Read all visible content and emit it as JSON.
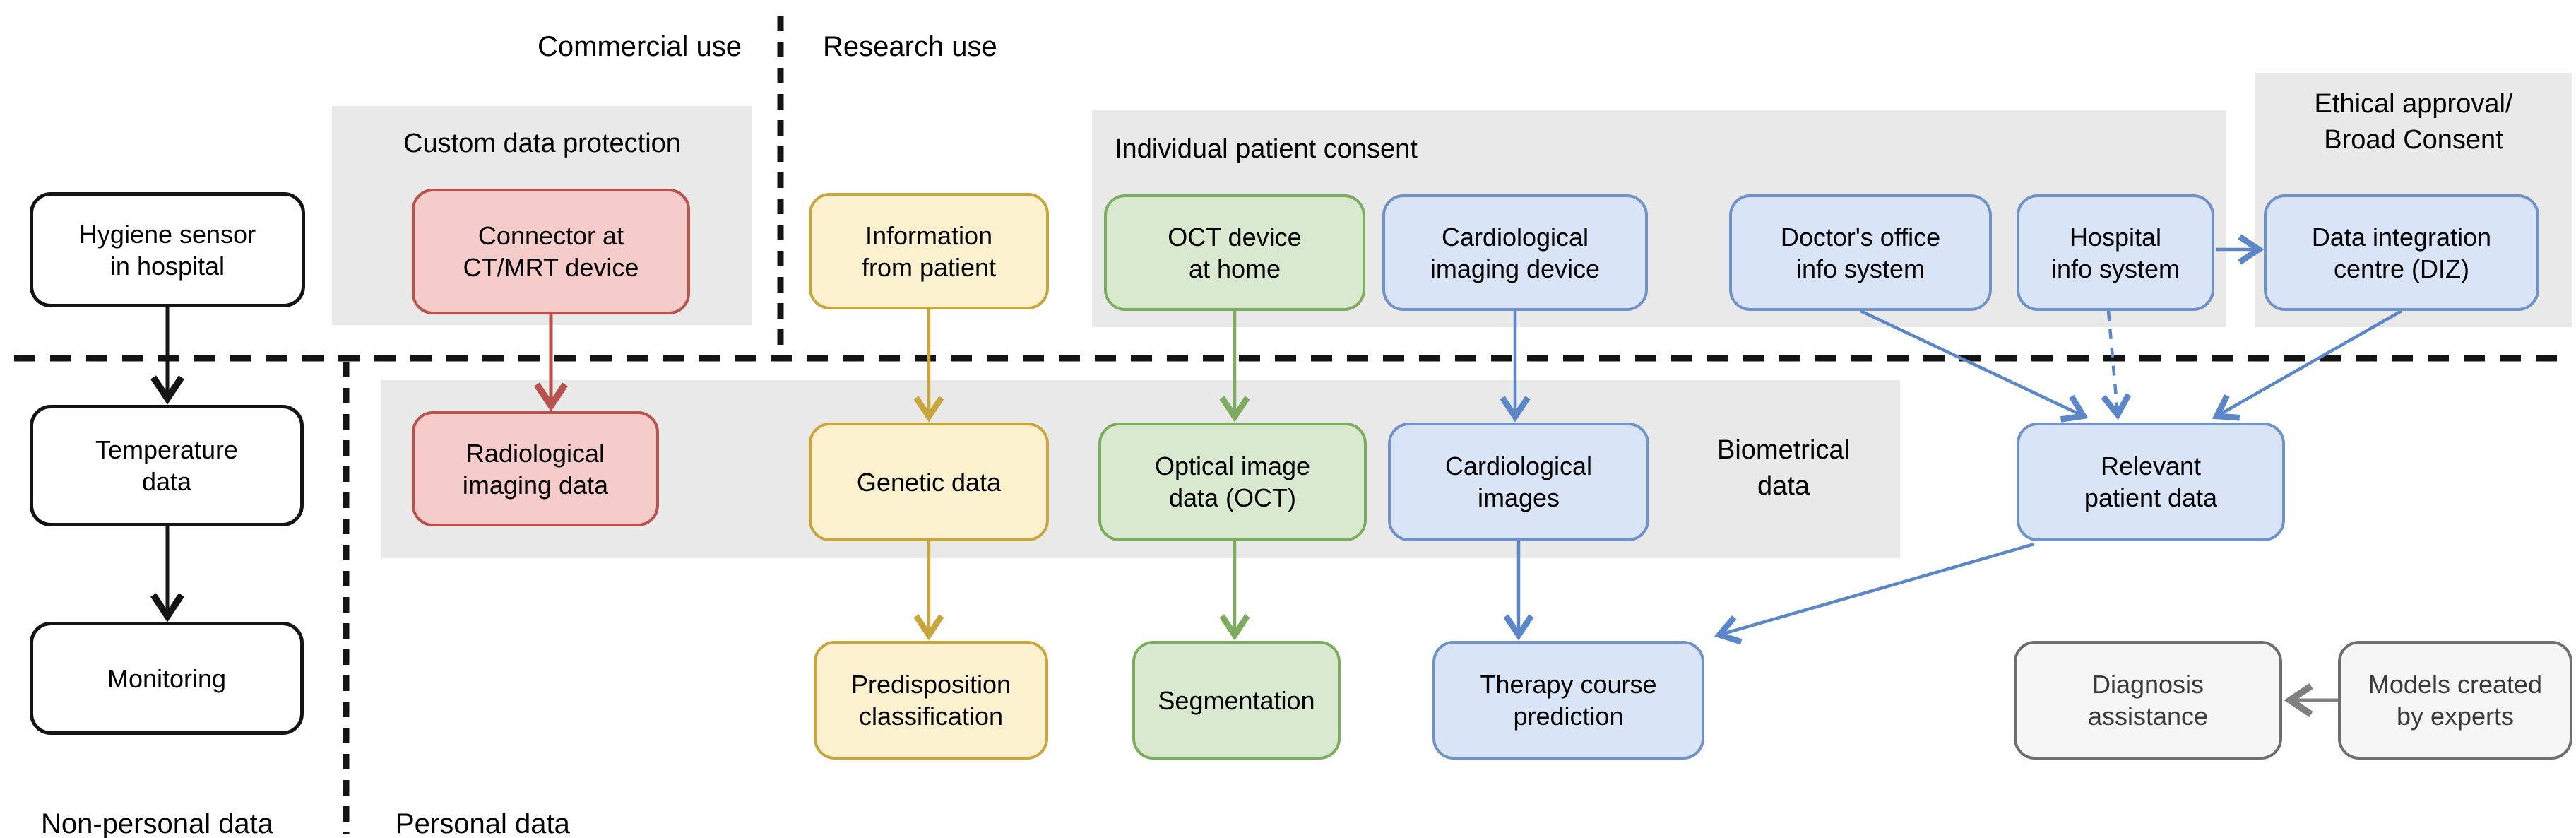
{
  "regions": {
    "commercial_label": "Commercial use",
    "research_label": "Research use",
    "non_personal_label": "Non-personal data",
    "personal_label": "Personal data"
  },
  "panels": {
    "custom": {
      "label": "Custom data protection"
    },
    "individual": {
      "label": "Individual patient consent"
    },
    "ethical": {
      "label": "Ethical approval/\nBroad Consent"
    },
    "biometrical": {
      "label": "Biometrical\ndata"
    }
  },
  "nodes": {
    "hygiene": {
      "label": "Hygiene sensor\nin hospital"
    },
    "temperature": {
      "label": "Temperature\ndata"
    },
    "monitoring": {
      "label": "Monitoring"
    },
    "connector": {
      "label": "Connector at\nCT/MRT device"
    },
    "radiological": {
      "label": "Radiological\nimaging data"
    },
    "information": {
      "label": "Information\nfrom patient"
    },
    "genetic": {
      "label": "Genetic data"
    },
    "predisposition": {
      "label": "Predisposition\nclassification"
    },
    "oct_device": {
      "label": "OCT device\nat home"
    },
    "optical": {
      "label": "Optical image\ndata (OCT)"
    },
    "segmentation": {
      "label": "Segmentation"
    },
    "cardio_device": {
      "label": "Cardiological\nimaging device"
    },
    "cardio_images": {
      "label": "Cardiological\nimages"
    },
    "therapy": {
      "label": "Therapy course\nprediction"
    },
    "doctors_office": {
      "label": "Doctor's office\ninfo system"
    },
    "hospital_info": {
      "label": "Hospital\ninfo system"
    },
    "diz": {
      "label": "Data integration\ncentre (DIZ)"
    },
    "relevant": {
      "label": "Relevant\npatient data"
    },
    "diagnosis": {
      "label": "Diagnosis\nassistance"
    },
    "models": {
      "label": "Models created\nby experts"
    }
  },
  "colors": {
    "panel_gray": "#E9E9E9",
    "red_fill": "#F6CCCA",
    "red_border": "#B9524C",
    "yellow_fill": "#FCF1CE",
    "yellow_border": "#C9A63C",
    "green_fill": "#D8E9CF",
    "green_border": "#7CAC5D",
    "blue_fill": "#D9E4F6",
    "blue_border": "#7191C9",
    "blue_arrow": "#5B87C8",
    "gray_box_fill": "#F6F6F6",
    "gray_box_border": "#6E6E6E",
    "divider": "#141414"
  }
}
